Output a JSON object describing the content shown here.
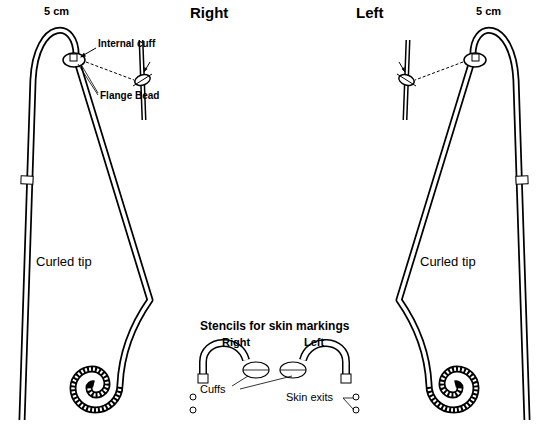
{
  "diagram": {
    "labels": [
      "Right",
      "Left",
      "5 cm",
      "Internal cuff",
      "Flange Bead",
      "5 cm",
      "Curled tip",
      "Stencils for skin markings",
      "Right",
      "Left",
      "Cuffs",
      "Skin exits",
      "Curled tip"
    ]
  }
}
